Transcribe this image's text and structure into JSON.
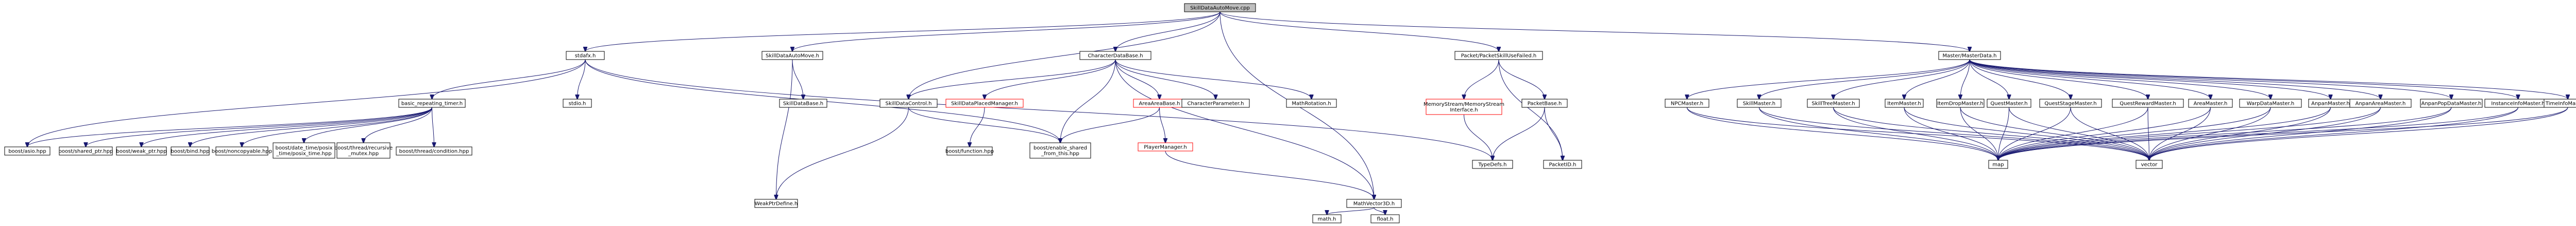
{
  "colors": {
    "edge": "#191970",
    "root_fill": "#bfbfbf",
    "node_border": "#000000",
    "missing_border": "#ff0000",
    "background": "#ffffff"
  },
  "nodes": [
    {
      "id": "root",
      "lines": [
        "SkillDataAutoMove.cpp"
      ],
      "style": "root"
    },
    {
      "id": "stdafx",
      "lines": [
        "stdafx.h"
      ]
    },
    {
      "id": "sdah",
      "lines": [
        "SkillDataAutoMove.h"
      ]
    },
    {
      "id": "charbase",
      "lines": [
        "CharacterDataBase.h"
      ]
    },
    {
      "id": "packet",
      "lines": [
        "Packet/PacketSkillUseFailed.h"
      ]
    },
    {
      "id": "master",
      "lines": [
        "Master/MasterData.h"
      ]
    },
    {
      "id": "brt",
      "lines": [
        "basic_repeating_timer.h"
      ]
    },
    {
      "id": "stdioh",
      "lines": [
        "stdio.h"
      ]
    },
    {
      "id": "sdbase",
      "lines": [
        "SkillDataBase.h"
      ]
    },
    {
      "id": "skillctrl",
      "lines": [
        "SkillDataControl.h"
      ]
    },
    {
      "id": "sdpm",
      "lines": [
        "SkillDataPlacedManager.h"
      ],
      "style": "red"
    },
    {
      "id": "areabase",
      "lines": [
        "AreaAreaBase.h"
      ],
      "style": "red"
    },
    {
      "id": "charparam",
      "lines": [
        "CharacterParameter.h"
      ]
    },
    {
      "id": "mathrot",
      "lines": [
        "MathRotation.h"
      ]
    },
    {
      "id": "memstream",
      "lines": [
        "MemoryStream/MemoryStream",
        "Interface.h"
      ],
      "style": "red"
    },
    {
      "id": "packetbase",
      "lines": [
        "PacketBase.h"
      ]
    },
    {
      "id": "npcm",
      "lines": [
        "NPCMaster.h"
      ]
    },
    {
      "id": "skillm",
      "lines": [
        "SkillMaster.h"
      ]
    },
    {
      "id": "skilltreem",
      "lines": [
        "SkillTreeMaster.h"
      ]
    },
    {
      "id": "itemm",
      "lines": [
        "ItemMaster.h"
      ]
    },
    {
      "id": "itemdropm",
      "lines": [
        "ItemDropMaster.h"
      ]
    },
    {
      "id": "questm",
      "lines": [
        "QuestMaster.h"
      ]
    },
    {
      "id": "queststagem",
      "lines": [
        "QuestStageMaster.h"
      ]
    },
    {
      "id": "questrewm",
      "lines": [
        "QuestRewardMaster.h"
      ]
    },
    {
      "id": "aream",
      "lines": [
        "AreaMaster.h"
      ]
    },
    {
      "id": "warpm",
      "lines": [
        "WarpDataMaster.h"
      ]
    },
    {
      "id": "anpanm",
      "lines": [
        "AnpanMaster.h"
      ]
    },
    {
      "id": "anpanaream",
      "lines": [
        "AnpanAreaMaster.h"
      ]
    },
    {
      "id": "anpanpopm",
      "lines": [
        "AnpanPopDataMaster.h"
      ]
    },
    {
      "id": "instancem",
      "lines": [
        "InstanceInfoMaster.h"
      ]
    },
    {
      "id": "tmenum",
      "lines": [
        "TimeInfoMaster.h"
      ]
    },
    {
      "id": "asio",
      "lines": [
        "boost/asio.hpp"
      ]
    },
    {
      "id": "sharedptr",
      "lines": [
        "boost/shared_ptr.hpp"
      ]
    },
    {
      "id": "weakptr",
      "lines": [
        "boost/weak_ptr.hpp"
      ]
    },
    {
      "id": "bind",
      "lines": [
        "boost/bind.hpp"
      ]
    },
    {
      "id": "noncopy",
      "lines": [
        "boost/noncopyable.hpp"
      ]
    },
    {
      "id": "posixtime",
      "lines": [
        "boost/date_time/posix",
        "_time/posix_time.hpp"
      ]
    },
    {
      "id": "recmutex",
      "lines": [
        "boost/thread/recursive",
        "_mutex.hpp"
      ]
    },
    {
      "id": "condition",
      "lines": [
        "boost/thread/condition.hpp"
      ]
    },
    {
      "id": "function",
      "lines": [
        "boost/function.hpp"
      ]
    },
    {
      "id": "enableshared",
      "lines": [
        "boost/enable_shared",
        "_from_this.hpp"
      ]
    },
    {
      "id": "playerm",
      "lines": [
        "PlayerManager.h"
      ],
      "style": "red"
    },
    {
      "id": "typedefs",
      "lines": [
        "TypeDefs.h"
      ]
    },
    {
      "id": "packetid",
      "lines": [
        "PacketID.h"
      ]
    },
    {
      "id": "weakptrdef",
      "lines": [
        "WeakPtrDefine.h"
      ]
    },
    {
      "id": "mathvec",
      "lines": [
        "MathVector3D.h"
      ]
    },
    {
      "id": "map",
      "lines": [
        "map"
      ]
    },
    {
      "id": "vector",
      "lines": [
        "vector"
      ]
    },
    {
      "id": "mathh",
      "lines": [
        "math.h"
      ]
    },
    {
      "id": "floath",
      "lines": [
        "float.h"
      ]
    }
  ]
}
